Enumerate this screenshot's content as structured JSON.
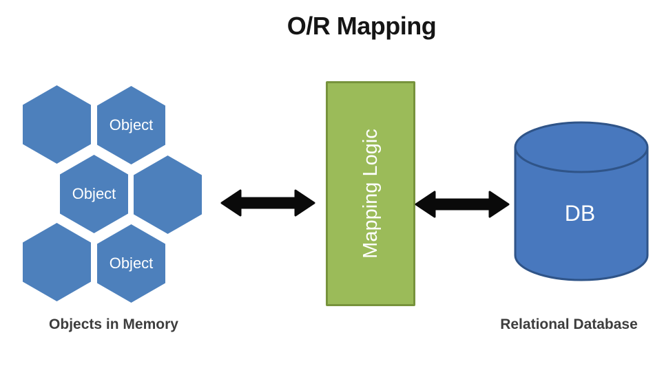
{
  "title": "O/R Mapping",
  "memory": {
    "caption": "Objects in Memory",
    "hexagons": [
      {
        "label": ""
      },
      {
        "label": "Object"
      },
      {
        "label": "Object"
      },
      {
        "label": ""
      },
      {
        "label": ""
      },
      {
        "label": "Object"
      }
    ]
  },
  "mapping": {
    "label": "Mapping Logic"
  },
  "database": {
    "label": "DB",
    "caption": "Relational Database"
  },
  "colors": {
    "hexagon_fill": "#4d80bc",
    "mapping_fill": "#9bbb59",
    "mapping_border": "#77933c",
    "cylinder_fill": "#4878be",
    "cylinder_border": "#2f5488",
    "arrow": "#0a0a0a",
    "title_text": "#151515",
    "caption_text": "#3d3d3d",
    "shape_text": "#ffffff"
  }
}
